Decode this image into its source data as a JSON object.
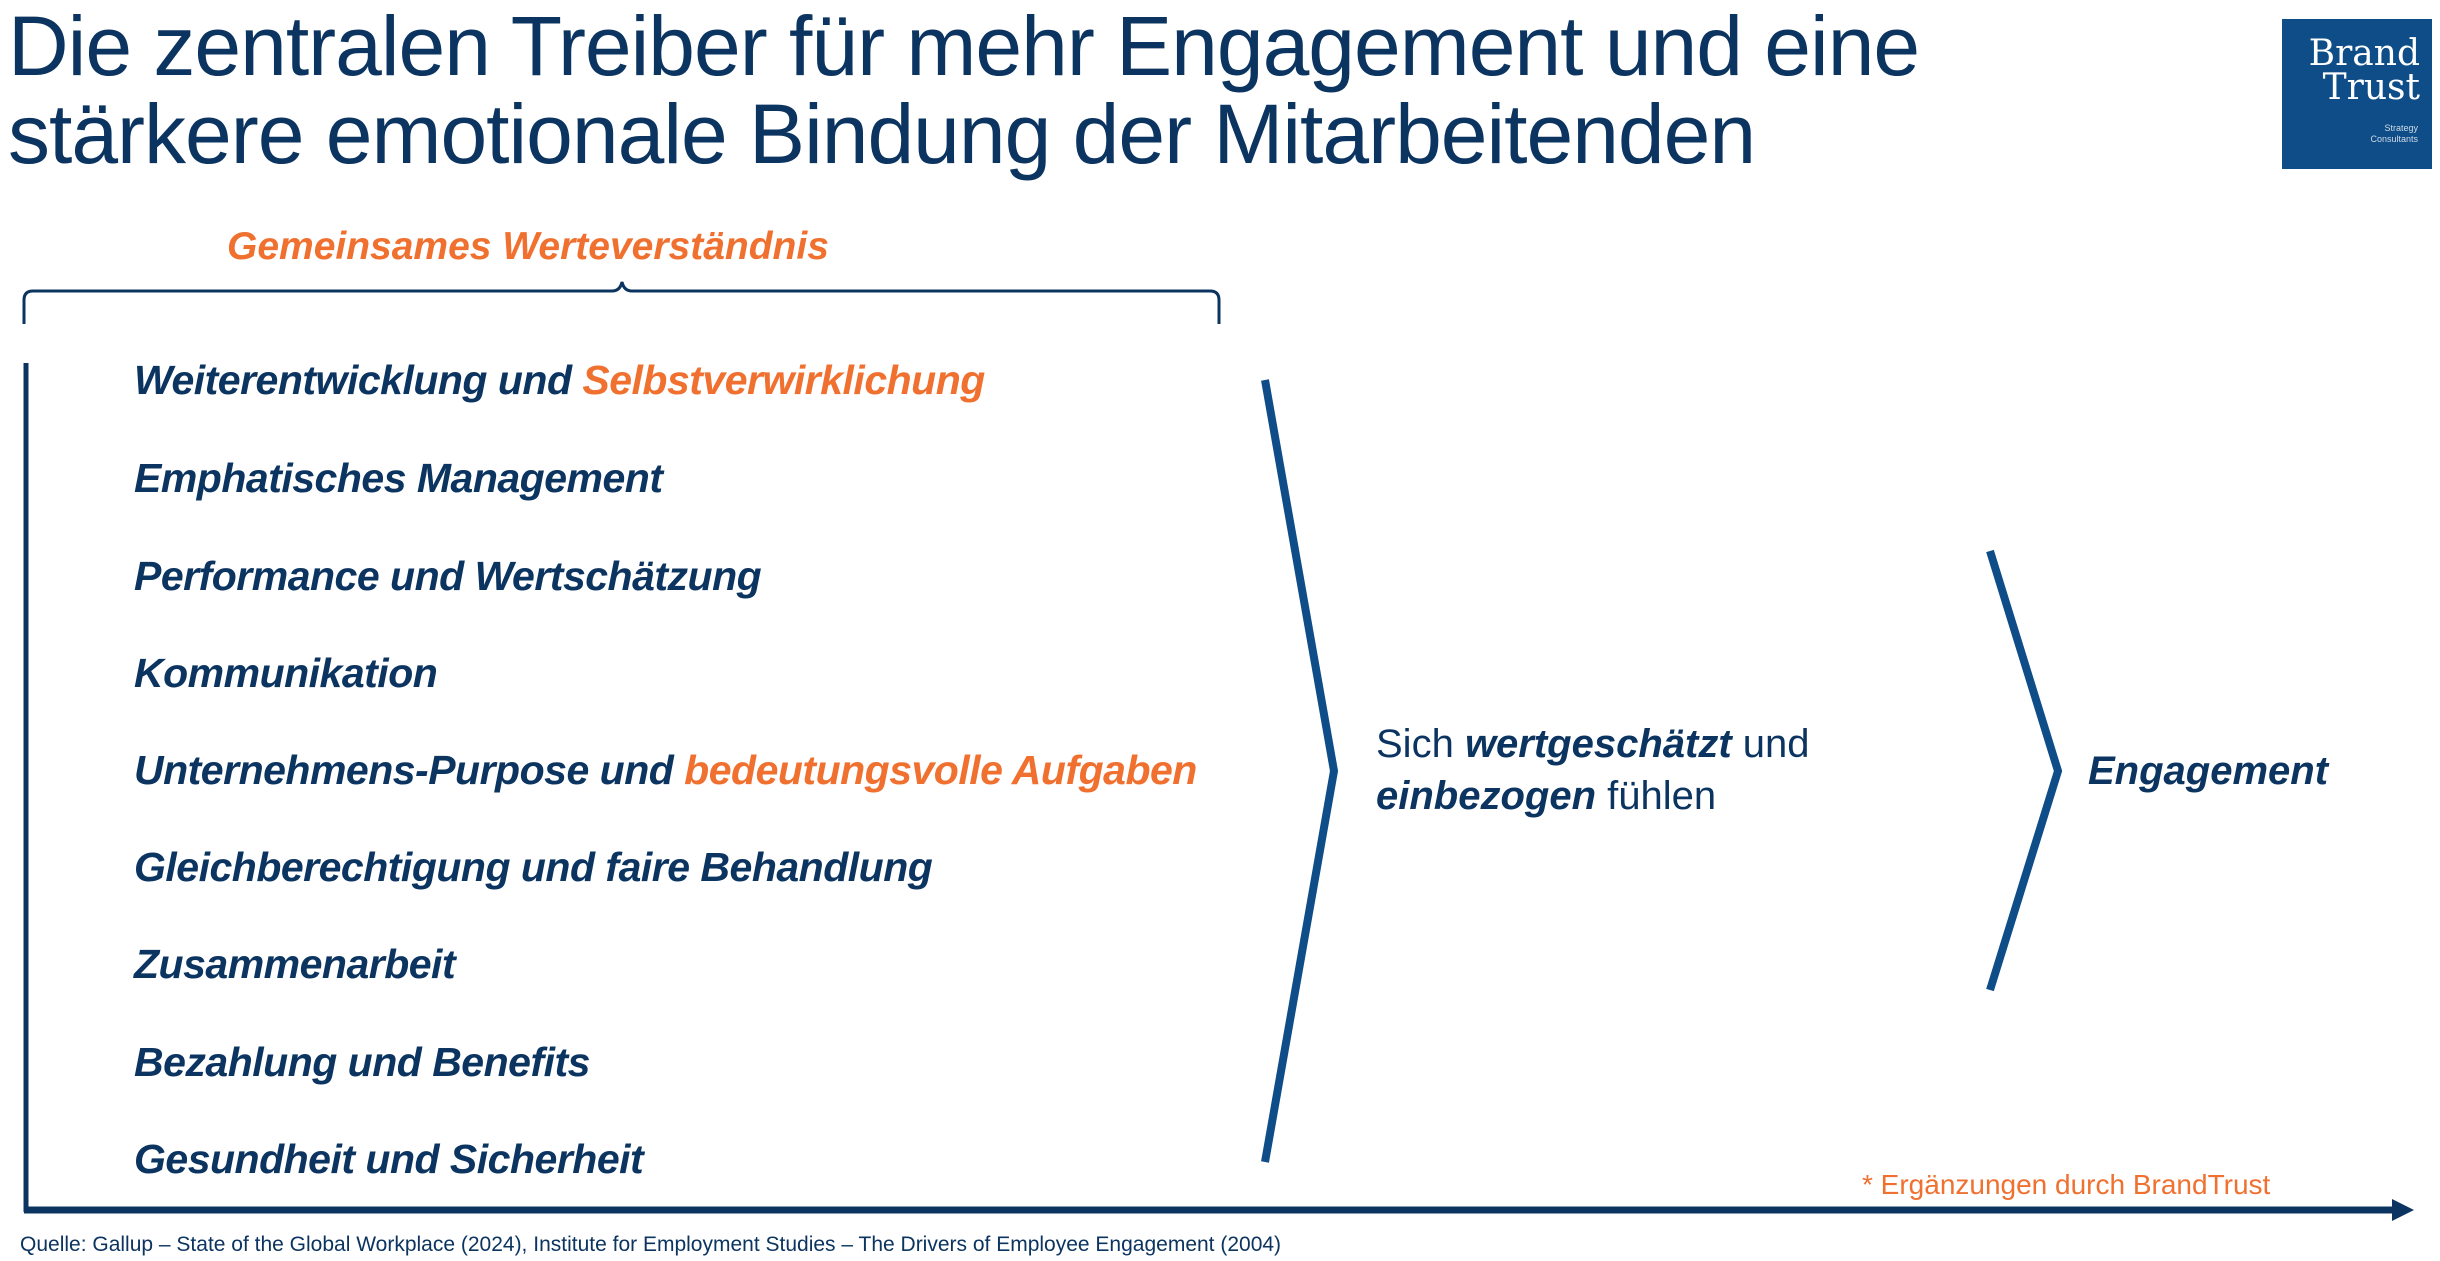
{
  "title": {
    "line1": "Die zentralen Treiber für mehr Engagement und eine",
    "line2": "stärkere emotionale Bindung der Mitarbeitenden"
  },
  "logo": {
    "word1": "Brand",
    "word2": "Trust",
    "sub1": "Strategy",
    "sub2": "Consultants",
    "background": "#0e4d87"
  },
  "bracket": {
    "label": "Gemeinsames Werteverständnis"
  },
  "drivers": [
    {
      "text": "Weiterentwicklung und ",
      "highlight": "Selbstverwirklichung"
    },
    {
      "text": "Emphatisches Management",
      "highlight": ""
    },
    {
      "text": "Performance und Wertschätzung",
      "highlight": ""
    },
    {
      "text": "Kommunikation",
      "highlight": ""
    },
    {
      "text": "Unternehmens-Purpose und ",
      "highlight": "bedeutungsvolle Aufgaben"
    },
    {
      "text": "Gleichberechtigung und faire Behandlung",
      "highlight": ""
    },
    {
      "text": "Zusammenarbeit",
      "highlight": ""
    },
    {
      "text": "Bezahlung und Benefits",
      "highlight": ""
    },
    {
      "text": "Gesundheit und Sicherheit",
      "highlight": ""
    }
  ],
  "middle": {
    "part1": "Sich ",
    "bold1": "wertgeschätzt",
    "part2": " und",
    "bold2": "einbezogen",
    "part3": " fühlen"
  },
  "outcome": {
    "label": "Engagement"
  },
  "note": "* Ergänzungen durch BrandTrust",
  "source": "Quelle: Gallup – State of the Global Workplace (2024), Institute for Employment Studies – The Drivers of Employee Engagement (2004)",
  "colors": {
    "navy": "#0c3460",
    "chevron": "#0e4d87",
    "orange": "#f07030"
  }
}
